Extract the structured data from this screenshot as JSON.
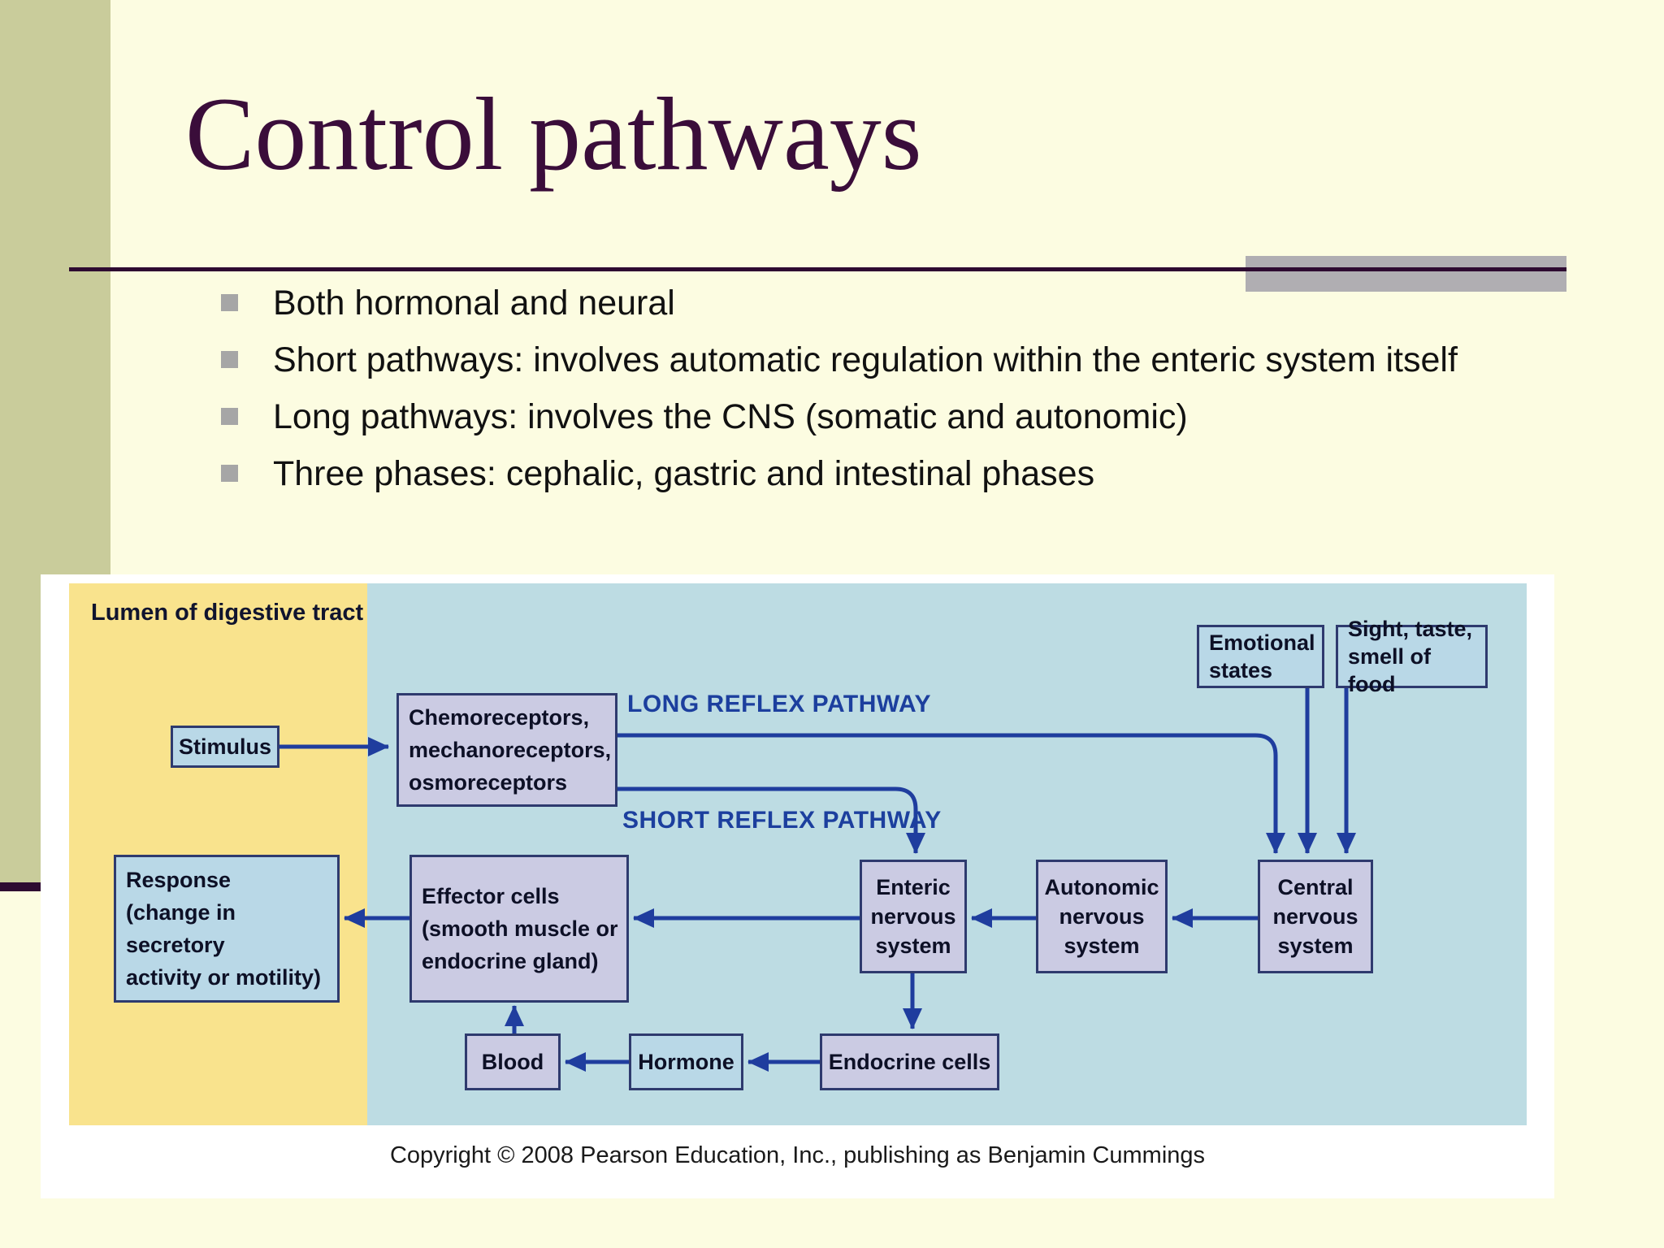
{
  "slide": {
    "title": "Control pathways",
    "bullets": [
      "Both hormonal and neural",
      "Short pathways: involves automatic regulation within the enteric system itself",
      "Long pathways: involves the CNS (somatic and autonomic)",
      "Three phases: cephalic, gastric and intestinal phases"
    ],
    "colors": {
      "background": "#FCFCE1",
      "sidebar_olive": "#C9CC9B",
      "title_purple": "#3A0D3A",
      "rule_purple": "#2E0B31",
      "bullet_gray": "#A6A6A6",
      "gray_block": "#B0AEB2"
    }
  },
  "diagram": {
    "lumen_label": "Lumen of digestive tract",
    "long_reflex_label": "LONG REFLEX PATHWAY",
    "short_reflex_label": "SHORT REFLEX PATHWAY",
    "boxes": {
      "stimulus": {
        "lines": [
          "Stimulus"
        ]
      },
      "chemo": {
        "lines": [
          "Chemoreceptors,",
          "mechanoreceptors,",
          "osmoreceptors"
        ]
      },
      "emotional": {
        "lines": [
          "Emotional",
          "states"
        ]
      },
      "sight": {
        "lines": [
          "Sight, taste,",
          "smell of food"
        ]
      },
      "response": {
        "lines": [
          "Response",
          "(change in secretory",
          "activity or motility)"
        ]
      },
      "effector": {
        "lines": [
          "Effector cells",
          "(smooth muscle or",
          "endocrine gland)"
        ]
      },
      "enteric": {
        "lines": [
          "Enteric",
          "nervous",
          "system"
        ]
      },
      "autonomic": {
        "lines": [
          "Autonomic",
          "nervous",
          "system"
        ]
      },
      "central": {
        "lines": [
          "Central",
          "nervous",
          "system"
        ]
      },
      "blood": {
        "lines": [
          "Blood"
        ]
      },
      "hormone": {
        "lines": [
          "Hormone"
        ]
      },
      "endocrine": {
        "lines": [
          "Endocrine cells"
        ]
      }
    },
    "copyright": "Copyright © 2008 Pearson Education, Inc., publishing as Benjamin Cummings",
    "colors": {
      "panel_yellow": "#F9E38D",
      "panel_blue": "#BDDCE3",
      "box_lavender": "#CBCBE3",
      "box_lightblue": "#B9D8E7",
      "box_border": "#2E3A6E",
      "arrow_blue": "#1F3D9E",
      "label_blue": "#1C3F9E"
    }
  }
}
